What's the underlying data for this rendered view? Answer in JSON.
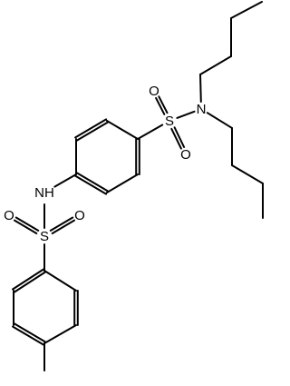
{
  "molecule": {
    "atoms": [
      {
        "id": "a1",
        "element": "C",
        "label": ""
      },
      {
        "id": "a2",
        "element": "C",
        "label": ""
      },
      {
        "id": "a3",
        "element": "C",
        "label": ""
      },
      {
        "id": "a4",
        "element": "C",
        "label": ""
      },
      {
        "id": "a5",
        "element": "C",
        "label": ""
      },
      {
        "id": "a6",
        "element": "C",
        "label": ""
      },
      {
        "id": "a7",
        "element": "C",
        "label": ""
      },
      {
        "id": "a8",
        "element": "S",
        "label": "S"
      },
      {
        "id": "a9",
        "element": "O",
        "label": "O"
      },
      {
        "id": "a10",
        "element": "O",
        "label": "O"
      },
      {
        "id": "a11",
        "element": "N",
        "label": "NH"
      },
      {
        "id": "a12",
        "element": "C",
        "label": ""
      },
      {
        "id": "a13",
        "element": "C",
        "label": ""
      },
      {
        "id": "a14",
        "element": "C",
        "label": ""
      },
      {
        "id": "a15",
        "element": "C",
        "label": ""
      },
      {
        "id": "a16",
        "element": "C",
        "label": ""
      },
      {
        "id": "a17",
        "element": "C",
        "label": ""
      },
      {
        "id": "a18",
        "element": "S",
        "label": "S"
      },
      {
        "id": "a19",
        "element": "O",
        "label": "O"
      },
      {
        "id": "a20",
        "element": "O",
        "label": "O"
      },
      {
        "id": "a21",
        "element": "N",
        "label": "N"
      },
      {
        "id": "a22",
        "element": "C",
        "label": ""
      },
      {
        "id": "a23",
        "element": "C",
        "label": ""
      },
      {
        "id": "a24",
        "element": "C",
        "label": ""
      },
      {
        "id": "a25",
        "element": "C",
        "label": ""
      },
      {
        "id": "a26",
        "element": "C",
        "label": ""
      },
      {
        "id": "a27",
        "element": "C",
        "label": ""
      },
      {
        "id": "a28",
        "element": "C",
        "label": ""
      },
      {
        "id": "a29",
        "element": "C",
        "label": ""
      }
    ],
    "bonds": [
      {
        "from": "a1",
        "to": "a2",
        "order": 1
      },
      {
        "from": "a2",
        "to": "a3",
        "order": 2
      },
      {
        "from": "a3",
        "to": "a4",
        "order": 1
      },
      {
        "from": "a4",
        "to": "a5",
        "order": 2
      },
      {
        "from": "a5",
        "to": "a6",
        "order": 1
      },
      {
        "from": "a6",
        "to": "a7",
        "order": 2
      },
      {
        "from": "a7",
        "to": "a2",
        "order": 1
      },
      {
        "from": "a5",
        "to": "a8",
        "order": 1
      },
      {
        "from": "a8",
        "to": "a9",
        "order": 2
      },
      {
        "from": "a8",
        "to": "a10",
        "order": 2
      },
      {
        "from": "a8",
        "to": "a11",
        "order": 1
      },
      {
        "from": "a11",
        "to": "a12",
        "order": 1
      },
      {
        "from": "a12",
        "to": "a13",
        "order": 2
      },
      {
        "from": "a13",
        "to": "a14",
        "order": 1
      },
      {
        "from": "a14",
        "to": "a15",
        "order": 2
      },
      {
        "from": "a15",
        "to": "a16",
        "order": 1
      },
      {
        "from": "a16",
        "to": "a17",
        "order": 2
      },
      {
        "from": "a17",
        "to": "a12",
        "order": 1
      },
      {
        "from": "a15",
        "to": "a18",
        "order": 1
      },
      {
        "from": "a18",
        "to": "a19",
        "order": 2
      },
      {
        "from": "a18",
        "to": "a20",
        "order": 2
      },
      {
        "from": "a18",
        "to": "a21",
        "order": 1
      },
      {
        "from": "a21",
        "to": "a22",
        "order": 1
      },
      {
        "from": "a22",
        "to": "a23",
        "order": 1
      },
      {
        "from": "a23",
        "to": "a24",
        "order": 1
      },
      {
        "from": "a24",
        "to": "a25",
        "order": 1
      },
      {
        "from": "a21",
        "to": "a26",
        "order": 1
      },
      {
        "from": "a26",
        "to": "a27",
        "order": 1
      },
      {
        "from": "a27",
        "to": "a28",
        "order": 1
      },
      {
        "from": "a28",
        "to": "a29",
        "order": 1
      }
    ]
  }
}
